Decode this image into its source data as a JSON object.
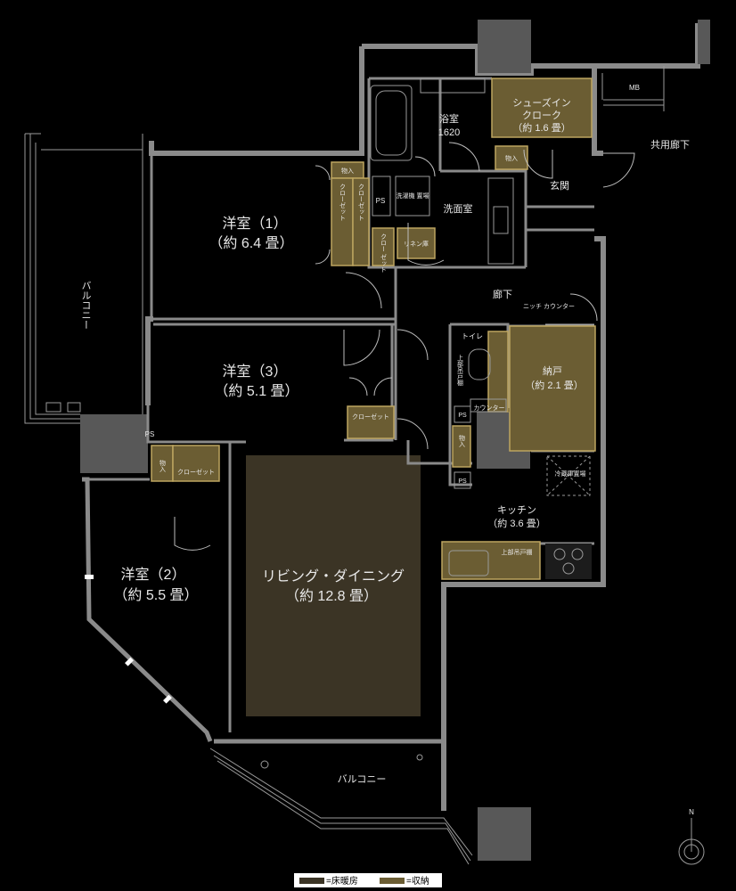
{
  "colors": {
    "background": "#000000",
    "wall": "#8a8a8a",
    "storage": "#6b5d33",
    "floor_heating": "#3b3425"
  },
  "rooms": {
    "western1": {
      "name": "洋室（1）",
      "size": "（約 6.4 畳）"
    },
    "western3": {
      "name": "洋室（3）",
      "size": "（約 5.1 畳）"
    },
    "western2": {
      "name": "洋室（2）",
      "size": "（約 5.5 畳）"
    },
    "living": {
      "name": "リビング・ダイニング",
      "size": "（約 12.8 畳）"
    },
    "kitchen": {
      "name": "キッチン",
      "size": "（約 3.6 畳）"
    },
    "nando": {
      "name": "納戸",
      "size": "（約 2.1 畳）"
    },
    "shoes": {
      "name1": "シューズイン",
      "name2": "クローク",
      "size": "（約 1.6 畳）"
    },
    "bath": {
      "name": "浴室",
      "size": "1620"
    },
    "washroom": {
      "name": "洗面室"
    },
    "entrance": {
      "name": "玄関"
    },
    "hall": {
      "name": "廊下"
    },
    "toilet": {
      "name": "トイレ"
    },
    "balcony_left": {
      "name": "バルコニー"
    },
    "balcony_bottom": {
      "name": "バルコニー"
    },
    "corridor": {
      "name": "共用廊下"
    }
  },
  "fixtures": {
    "mb": "MB",
    "ps": "PS",
    "storage": "物入",
    "closet": "クローゼット",
    "closet_v": "クロー ゼット",
    "linen": "リネン庫",
    "washer": "洗濯機 置場",
    "niche": "ニッチ カウンター",
    "counter": "カウンター",
    "upper_cabinet": "上部吊戸棚",
    "fridge": "冷蔵庫置場"
  },
  "compass": {
    "north": "N"
  },
  "legend": {
    "heated": "=床暖房",
    "storage": "=収納"
  }
}
